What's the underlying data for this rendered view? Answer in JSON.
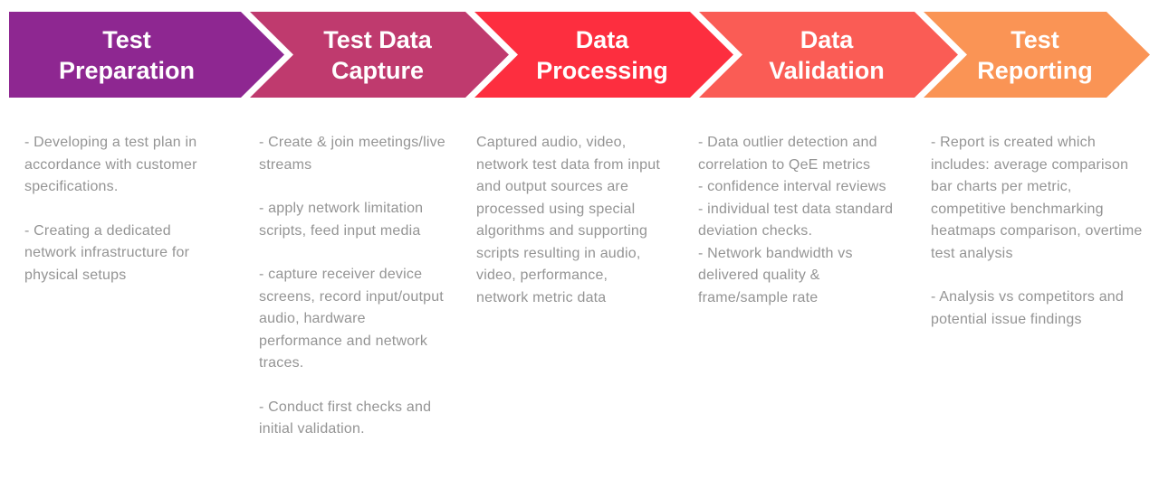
{
  "diagram": {
    "background": "#ffffff",
    "text_color": "#949494",
    "title_text_color": "#ffffff",
    "stages": [
      {
        "id": "test-preparation",
        "title_line1": "Test",
        "title_line2": "Preparation",
        "color": "#8e2791",
        "paragraphs": [
          "- Developing a test plan in accordance with customer specifications.",
          "- Creating a dedicated network infrastructure for physical setups"
        ]
      },
      {
        "id": "test-data-capture",
        "title_line1": "Test Data",
        "title_line2": "Capture",
        "color": "#bf3a6e",
        "paragraphs": [
          "- Create & join meetings/live streams",
          "- apply network limitation scripts, feed input media",
          "- capture receiver device screens, record input/output audio, hardware performance and network traces.",
          "- Conduct first checks and initial validation."
        ]
      },
      {
        "id": "data-processing",
        "title_line1": "Data",
        "title_line2": "Processing",
        "color": "#fd2e3f",
        "paragraphs": [
          "Captured audio, video, network test data from input and output sources are processed using special algorithms and supporting scripts resulting in audio, video, performance, network metric data"
        ]
      },
      {
        "id": "data-validation",
        "title_line1": "Data",
        "title_line2": "Validation",
        "color": "#fa5c55",
        "paragraphs": [
          "- Data outlier detection and correlation to QeE metrics",
          "- confidence interval reviews",
          "- individual test data standard deviation checks.",
          "- Network bandwidth vs delivered quality & frame/sample rate"
        ]
      },
      {
        "id": "test-reporting",
        "title_line1": "Test",
        "title_line2": "Reporting",
        "color": "#fa9455",
        "paragraphs": [
          "- Report is created which includes: average comparison bar charts per metric, competitive benchmarking heatmaps comparison, overtime test analysis",
          "- Analysis vs competitors and potential issue findings"
        ]
      }
    ]
  }
}
